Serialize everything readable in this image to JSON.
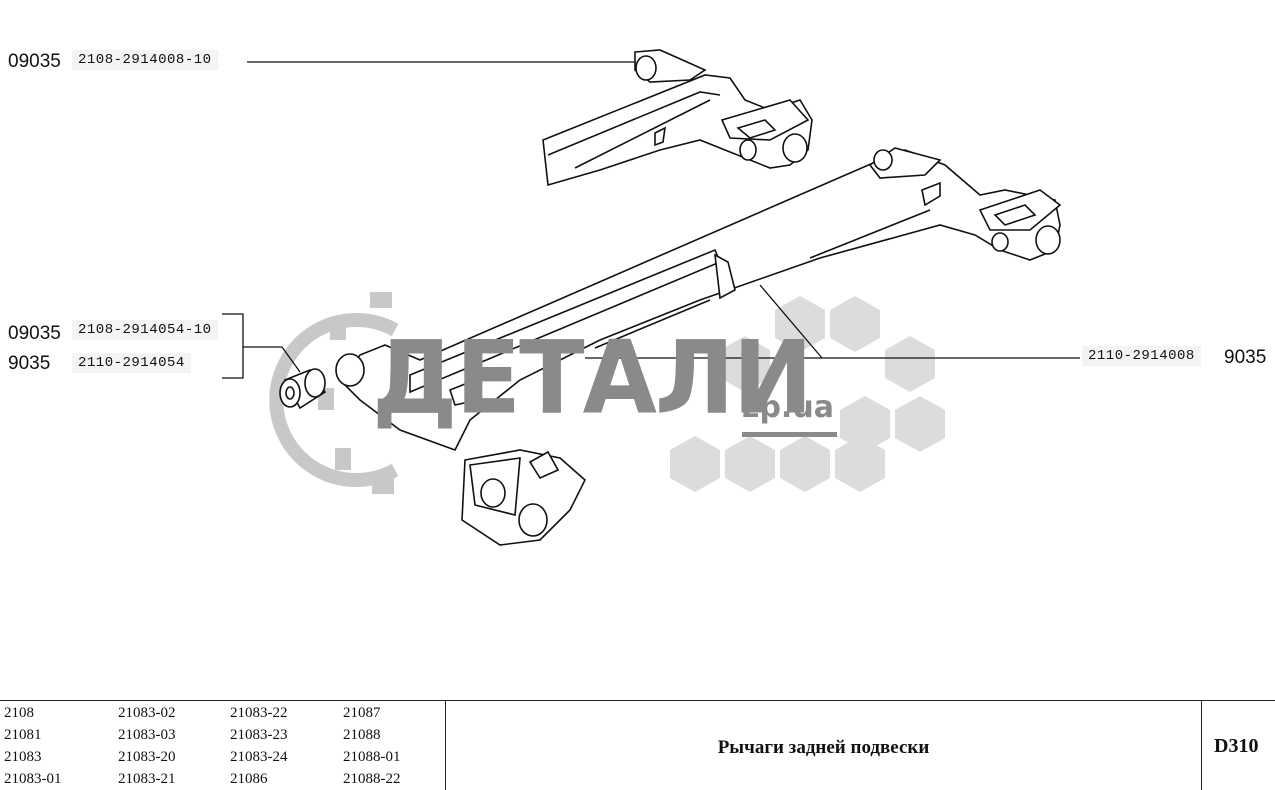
{
  "callouts": [
    {
      "num": "09035",
      "code": "2108-2914008-10"
    },
    {
      "num": "09035",
      "code": "2108-2914054-10"
    },
    {
      "num": "9035",
      "code": "2110-2914054"
    },
    {
      "num": "9035",
      "code": "2110-2914008"
    }
  ],
  "watermark": {
    "main": "ДЕТАЛИ",
    "sub": "zp.ua"
  },
  "footer": {
    "models": [
      "2108",
      "21081",
      "21083",
      "21083-01",
      "21083-02",
      "21083-03",
      "21083-20",
      "21083-21",
      "21083-22",
      "21083-23",
      "21083-24",
      "21086",
      "21087",
      "21088",
      "21088-01",
      "21088-22"
    ],
    "title": "Рычаги задней подвески",
    "page_code": "D310"
  },
  "colors": {
    "line": "#111111",
    "watermark": "#8a8a8a",
    "hex": "#dcdcdc"
  }
}
